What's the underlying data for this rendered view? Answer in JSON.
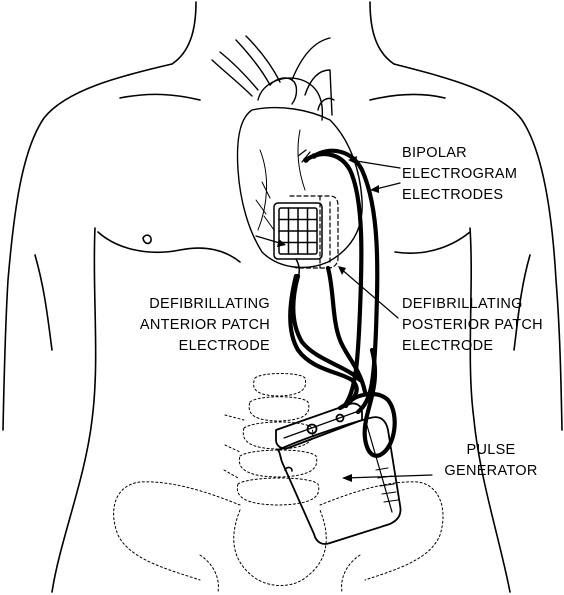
{
  "labels": {
    "bipolar": [
      "BIPOLAR",
      "ELECTROGRAM",
      "ELECTRODES"
    ],
    "anterior": [
      "DEFIBRILLATING",
      "ANTERIOR PATCH",
      "ELECTRODE"
    ],
    "posterior": [
      "DEFIBRILLATING",
      "POSTERIOR PATCH",
      "ELECTRODE"
    ],
    "generator": [
      "PULSE",
      "GENERATOR"
    ]
  }
}
